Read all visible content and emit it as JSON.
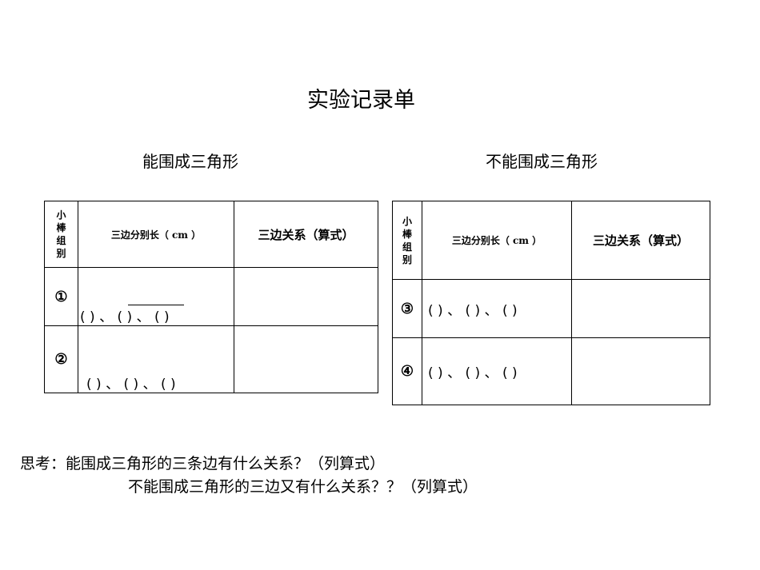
{
  "title": "实验记录单",
  "left": {
    "heading": "能围成三角形",
    "col_group": [
      "小",
      "棒",
      "组",
      "别"
    ],
    "col_sides": "三边分别长（ cm ）",
    "col_relation": "三边关系（算式）",
    "rows": [
      {
        "num": "①",
        "blanks": "( ) 、 ( ) 、 ( )"
      },
      {
        "num": "②",
        "blanks": "( ) 、 ( ) 、 ( )"
      }
    ]
  },
  "right": {
    "heading": "不能围成三角形",
    "col_group": [
      "小",
      "棒",
      "组",
      "别"
    ],
    "col_sides": "三边分别长（ cm ）",
    "col_relation": "三边关系（算式）",
    "rows": [
      {
        "num": "③",
        "blanks": "( ) 、 ( ) 、 ( )"
      },
      {
        "num": "④",
        "blanks": "( ) 、 ( ) 、 ( )"
      }
    ]
  },
  "think": {
    "line1": "思考：能围成三角形的三条边有什么关系？（列算式）",
    "line2": "不能围成三角形的三边又有什么关系？？（列算式）"
  }
}
